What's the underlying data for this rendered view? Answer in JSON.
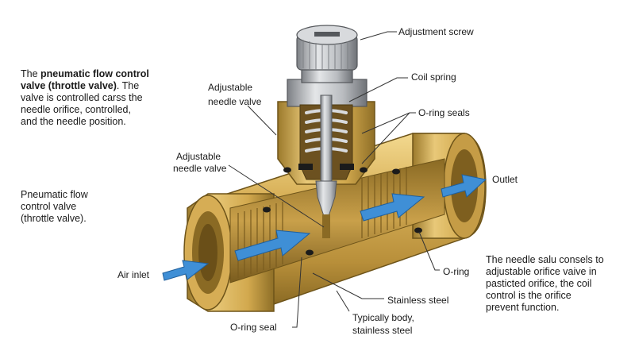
{
  "intro": {
    "bold_line1": "pneumatic flow control",
    "bold_line2": "valve (throttle valve)",
    "line1_prefix": "The ",
    "line2_suffix": ". The",
    "line3": "valve is controlled carss the",
    "line4": "needle orifice, controlled,",
    "line5": "and the  needle position."
  },
  "side_caption": {
    "line1": "Pneumatic flow",
    "line2": "control valve",
    "line3": "(throttle valve)."
  },
  "note": {
    "line1": "The needle salu consels to",
    "line2": "adjustable orifice vaive in",
    "line3": "pasticted orifice, the coil",
    "line4": "control is the orifice",
    "line5": "prevent function."
  },
  "labels": {
    "adjustment_screw": "Adjustment screw",
    "coil_spring": "Coil spring",
    "oring_seals": "O-ring seals",
    "adj_needle_valve_1a": "Adjustable",
    "adj_needle_valve_1b": "needle valve",
    "adj_needle_valve_2a": "Adjustable",
    "adj_needle_valve_2b": "needle valve",
    "outlet": "Outlet",
    "air_inlet": "Air inlet",
    "oring": "O-ring",
    "stainless_steel": "Stainless steel",
    "typically_body_a": "Typically body,",
    "typically_body_b": "stainless steel",
    "oring_seal": "O-ring seal"
  },
  "colors": {
    "brass": "#d9b25a",
    "brass_dark": "#9c7a2c",
    "steel": "#b9bcc0",
    "arrow_blue": "#3f8fd6"
  }
}
